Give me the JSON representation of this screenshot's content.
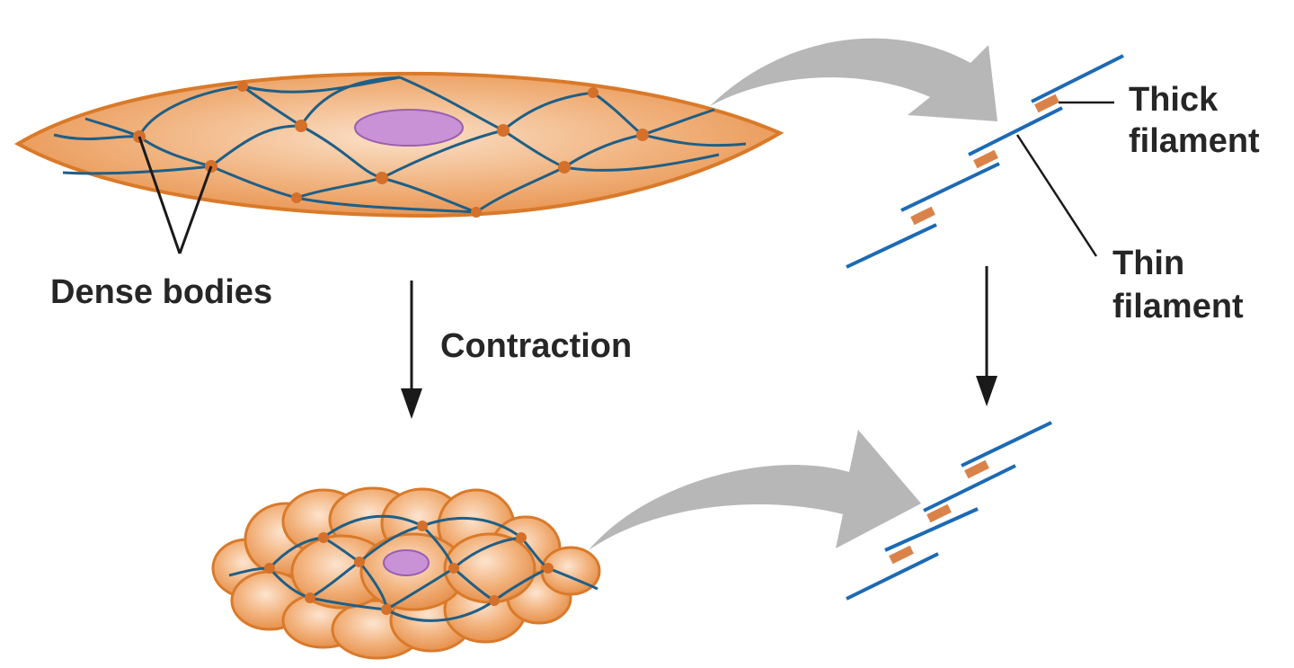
{
  "labels": {
    "dense_bodies": "Dense bodies",
    "contraction": "Contraction",
    "thick_filament": [
      "Thick",
      "filament"
    ],
    "thin_filament": [
      "Thin",
      "filament"
    ]
  },
  "colors": {
    "cell_fill": "#eca268",
    "cell_edge": "#d97a2a",
    "network": "#1f5f86",
    "dense_body": "#d4702a",
    "nucleus": "#c992d6",
    "nucleus_edge": "#9a5fb0",
    "filament": "#1d6ab3",
    "myosin_block": "#d9834a",
    "gray_arrow": "#b7b7b7",
    "text": "#262626"
  }
}
